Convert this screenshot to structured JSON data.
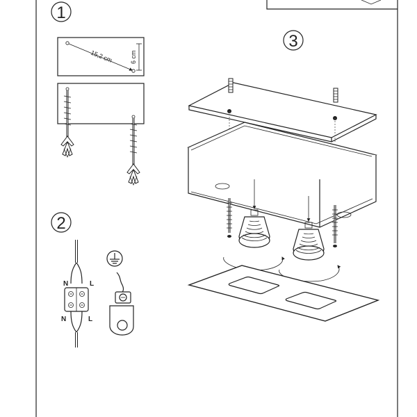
{
  "steps": [
    {
      "number": "1"
    },
    {
      "number": "2"
    },
    {
      "number": "3"
    }
  ],
  "step1": {
    "diagonal_label": "15,2 cm",
    "height_label": "6 cm"
  },
  "step2": {
    "top_neutral": "N",
    "top_live": "L",
    "bottom_neutral": "N",
    "bottom_live": "L"
  }
}
